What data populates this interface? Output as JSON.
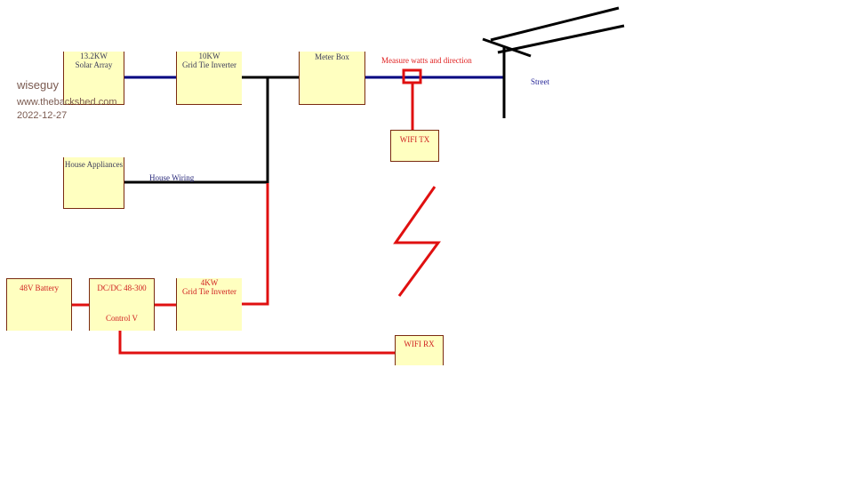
{
  "watermark": {
    "author": "wiseguy",
    "site": "www.thebackshed.com",
    "date": "2022-12-27"
  },
  "boxes": {
    "solar": {
      "line1": "13.2KW",
      "line2": "Solar Array"
    },
    "inverter10": {
      "line1": "10KW",
      "line2": "Grid Tie Inverter"
    },
    "meter": {
      "line1": "Meter Box"
    },
    "house": {
      "line1": "House Appliances"
    },
    "battery": {
      "line1": "48V Battery"
    },
    "dcdc": {
      "line1": "DC/DC 48-300",
      "line2": "Control V"
    },
    "inverter4": {
      "line1": "4KW",
      "line2": "Grid Tie Inverter"
    },
    "wifi_tx": {
      "line1": "WIFI TX"
    },
    "wifi_rx": {
      "line1": "WIFI RX"
    }
  },
  "labels": {
    "house_wiring": "House Wiring",
    "measure": "Measure watts and direction",
    "street": "Street"
  },
  "colors": {
    "ac_blue": "#000080",
    "black": "#000000",
    "red": "#e01010",
    "box_fill": "#ffffc0"
  }
}
